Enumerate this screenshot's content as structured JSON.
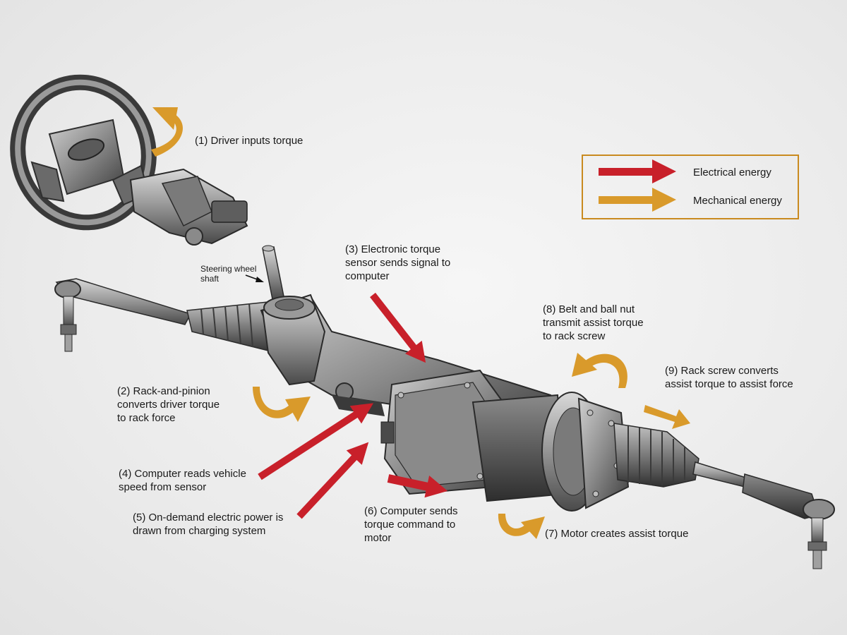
{
  "legend": {
    "items": [
      {
        "label": "Electrical energy",
        "color": "#c8202a"
      },
      {
        "label": "Mechanical energy",
        "color": "#d99a2b"
      }
    ],
    "border_color": "#c98a1f"
  },
  "callouts": {
    "driver": [
      "(1) Driver inputs torque"
    ],
    "rack_pinion": [
      "(2) Rack-and-pinion",
      "converts driver torque",
      "to rack force"
    ],
    "sensor": [
      "(3) Electronic torque",
      "sensor sends signal to",
      "computer"
    ],
    "speed": [
      "(4) Computer reads vehicle",
      "speed from sensor"
    ],
    "power": [
      "(5) On-demand electric power is",
      "drawn from charging system"
    ],
    "command": [
      "(6) Computer sends",
      "torque command to",
      "motor"
    ],
    "motor": [
      "(7) Motor creates assist torque"
    ],
    "belt": [
      "(8) Belt and ball nut",
      "transmit assist torque",
      "to rack screw"
    ],
    "rack_screw": [
      "(9) Rack screw converts",
      "assist torque to assist force"
    ],
    "shaft": [
      "Steering wheel",
      "shaft"
    ]
  }
}
